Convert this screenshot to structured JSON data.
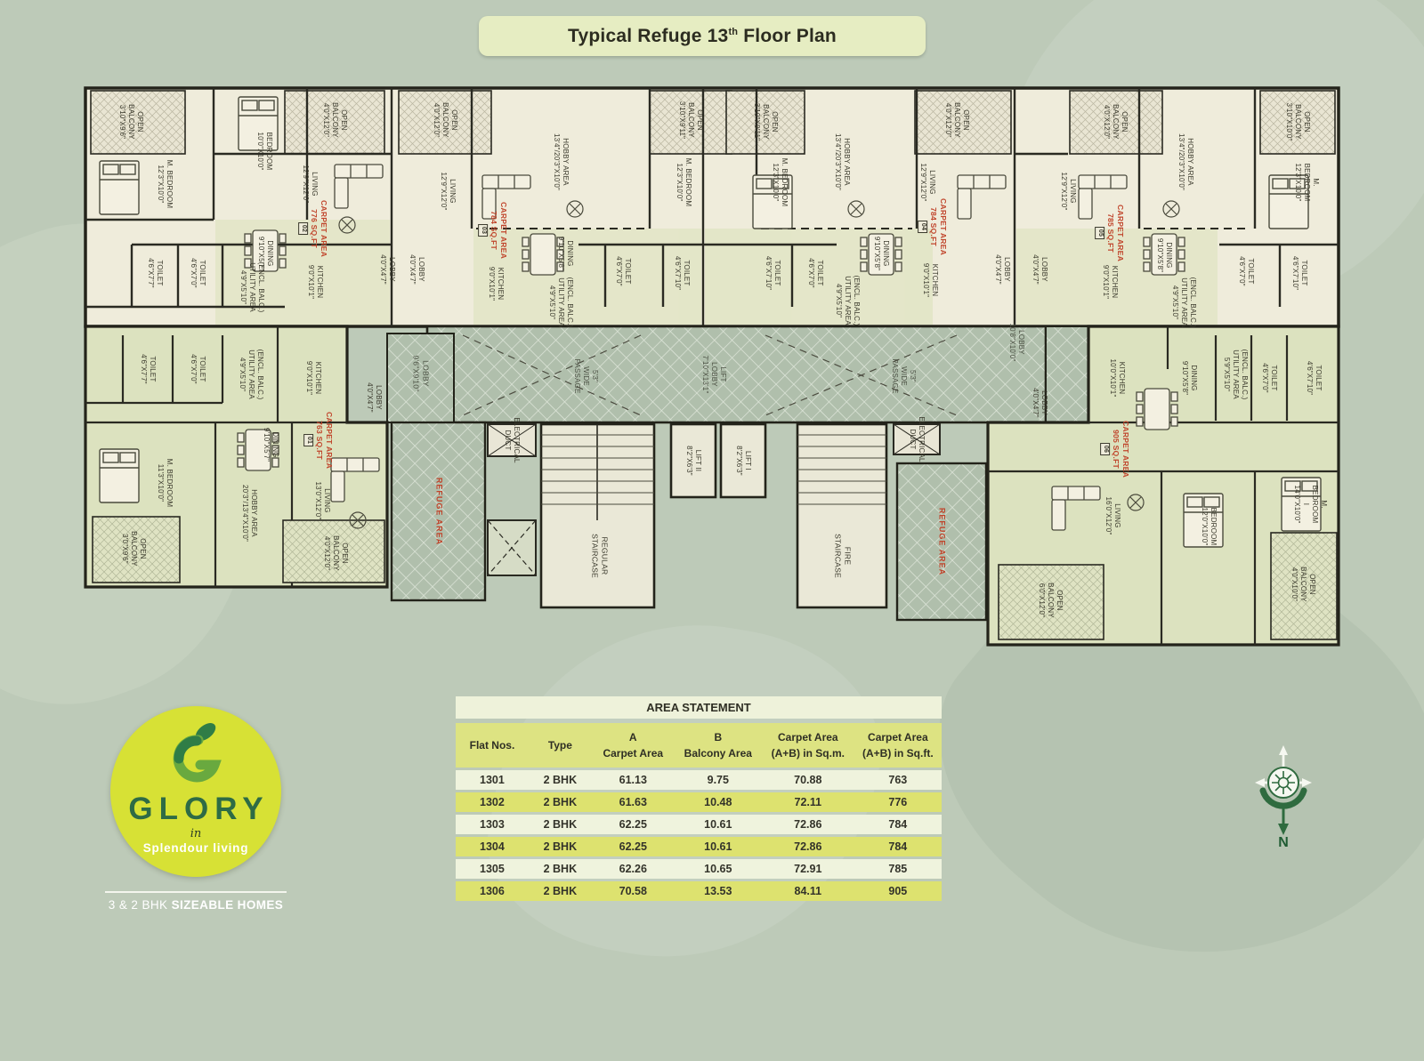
{
  "header": {
    "title_main": "Typical Refuge 13",
    "title_sup": "th",
    "title_rest": " Floor Plan"
  },
  "colors": {
    "page_bg": "#bdcab8",
    "banner_bg": "#e6edc2",
    "wall": "#23231a",
    "room_cream": "#efecdb",
    "room_green": "#dce2bf",
    "corridor": "#b0bfac",
    "carpet_label_red": "#c0452c",
    "table_header": "#dde382",
    "table_row_light": "#eff3dd",
    "table_row_dark": "#dde26f",
    "logo_circle": "#d7e135",
    "logo_text_green": "#2e6b45",
    "compass_green": "#2f6b3f"
  },
  "plan": {
    "units": [
      {
        "number": "01",
        "carpet": "CARPET AREA\n763 SQ.FT",
        "rooms": [
          "TOILET\n4'6\"X7'7\"",
          "TOILET\n4'6\"X7'0\"",
          "(ENCL. BALC.)\nUTILITY AREA\n4'9\"X5'10\"",
          "DINING\n9'10\"X5'7\"",
          "KITCHEN\n9'0\"X10'1\"",
          "M. BEDROOM\n11'3\"X10'0\"",
          "HOBBY AREA\n20'3\"/13'4\"X10'0\"",
          "LIVING\n13'0\"X12'0\"",
          "LOBBY\n4'0\"X4'7\"",
          "OPEN\nBALCONY\n3'0\"X9'6\"",
          "OPEN\nBALCONY\n4'0\"X12'0\""
        ]
      },
      {
        "number": "02",
        "carpet": "CARPET AREA\n776 SQ.FT",
        "rooms": [
          "OPEN\nBALCONY\n3'10\"X9'6\"",
          "M. BEDROOM\n12'3\"X10'0\"",
          "BEDROOM\n10'0\"X10'0\"",
          "OPEN\nBALCONY\n4'0\"X12'0\"",
          "LIVING\n12'9\"X12'0\"",
          "DINING\n9'10\"X5'7\"",
          "KITCHEN\n9'0\"X10'1\"",
          "TOILET\n4'6\"X7'7\"",
          "TOILET\n4'6\"X7'0\"",
          "(ENCL. BALC.)\nUTILITY AREA\n4'9\"X5'10\"",
          "LOBBY\n4'0\"X4'7\""
        ]
      },
      {
        "number": "03",
        "carpet": "CARPET AREA\n784 SQ.FT",
        "rooms": [
          "OPEN\nBALCONY\n4'0\"X12'0\"",
          "LIVING\n12'9\"X12'0\"",
          "HOBBY AREA\n13'4\"/20'3\"X10'0\"",
          "M. BEDROOM\n12'3\"X10'0\"",
          "OPEN\nBALCONY\n3'10\"X9'11\"",
          "DINING\n9'10\"X5'8\"",
          "KITCHEN\n9'0\"X10'1\"",
          "TOILET\n4'6\"X7'0\"",
          "TOILET\n4'6\"X7'10\"",
          "(ENCL. BALC.)\nUTILITY AREA\n4'9\"X5'10\"",
          "LOBBY\n4'0\"X4'7\""
        ]
      },
      {
        "number": "04",
        "carpet": "CARPET AREA\n784 SQ.FT",
        "rooms": [
          "OPEN\nBALCONY\n3'10\"X9'11\"",
          "M. BEDROOM\n12'3\"X10'0\"",
          "HOBBY AREA\n13'4\"/20'3\"X10'0\"",
          "LIVING\n12'9\"X12'0\"",
          "OPEN\nBALCONY\n4'0\"X12'0\"",
          "DINING\n9'10\"X5'8\"",
          "KITCHEN\n9'0\"X10'1\"",
          "TOILET\n4'6\"X7'10\"",
          "TOILET\n4'6\"X7'0\"",
          "(ENCL. BALC.)\nUTILITY AREA\n4'9\"X5'10\"",
          "LOBBY\n4'0\"X4'7\""
        ]
      },
      {
        "number": "05",
        "carpet": "CARPET AREA\n785 SQ.FT",
        "rooms": [
          "OPEN\nBALCONY\n4'0\"X12'0\"",
          "LIVING\n12'9\"X12'0\"",
          "HOBBY AREA\n13'4\"/20'3\"X10'0\"",
          "M. BEDROOM\n12'3\"X10'0\"",
          "OPEN\nBALCONY\n3'10\"X10'0\"",
          "DINING\n9'10\"X5'8\"",
          "KITCHEN\n9'0\"X10'1\"",
          "TOILET\n4'6\"X7'0\"",
          "TOILET\n4'6\"X7'10\"",
          "(ENCL. BALC.)\nUTILITY AREA\n4'9\"X5'10\"",
          "LOBBY\n4'0\"X4'7\""
        ]
      },
      {
        "number": "06",
        "carpet": "CARPET AREA\n905 SQ.FT",
        "rooms": [
          "LOBBY\n4'0\"X4'7\"",
          "KITCHEN\n10'0\"X10'1\"",
          "DINING\n9'10\"X5'8\"",
          "(ENCL. BALC.)\nUTILITY AREA\n5'9\"X5'10\"",
          "TOILET\n4'6\"X7'0\"",
          "TOILET\n4'6\"X7'10\"",
          "LIVING\n16'0\"X12'0\"",
          "BEDROOM\n12'0\"X10'0\"",
          "M. BEDROOM I\n14'0\"X10'0\"",
          "OPEN\nBALCONY\n6'0\"X12'0\"",
          "OPEN\nBALCONY\n4'0\"X10'0\""
        ]
      }
    ],
    "core": {
      "lobby_main": "LOBBY\n9'6\"X9'10\"",
      "lobby_upper": "LOBBY\n10'8\"X10'0\"",
      "passage": "5'3\"\nWIDE\nPASSAGE",
      "lift_lobby": "LIFT\nLOBBY\n7'10\"X13'1\"",
      "regular_staircase": "REGULAR\nSTAIRCASE",
      "fire_staircase": "FIRE\nSTAIRCASE",
      "lift1": "LIFT I\n8'2\"X6'3\"",
      "lift2": "LIFT II\n8'2\"X6'3\"",
      "electrical_duct": "ELECTRICAL\nDUCT",
      "refuge": "REFUGE AREA"
    }
  },
  "area_table": {
    "title": "AREA STATEMENT",
    "headers": [
      "Flat Nos.",
      "Type",
      "A\nCarpet Area",
      "B\nBalcony Area",
      "Carpet Area\n(A+B) in Sq.m.",
      "Carpet Area\n(A+B) in Sq.ft."
    ],
    "rows": [
      [
        "1301",
        "2 BHK",
        "61.13",
        "9.75",
        "70.88",
        "763"
      ],
      [
        "1302",
        "2 BHK",
        "61.63",
        "10.48",
        "72.11",
        "776"
      ],
      [
        "1303",
        "2 BHK",
        "62.25",
        "10.61",
        "72.86",
        "784"
      ],
      [
        "1304",
        "2 BHK",
        "62.25",
        "10.61",
        "72.86",
        "784"
      ],
      [
        "1305",
        "2 BHK",
        "62.26",
        "10.65",
        "72.91",
        "785"
      ],
      [
        "1306",
        "2 BHK",
        "70.58",
        "13.53",
        "84.11",
        "905"
      ]
    ]
  },
  "brand": {
    "name": "GLORY",
    "script": "in",
    "tagline": "Splendour living",
    "strip_normal": "3 & 2 BHK ",
    "strip_bold": "SIZEABLE HOMES"
  },
  "compass": {
    "north_label": "N"
  }
}
